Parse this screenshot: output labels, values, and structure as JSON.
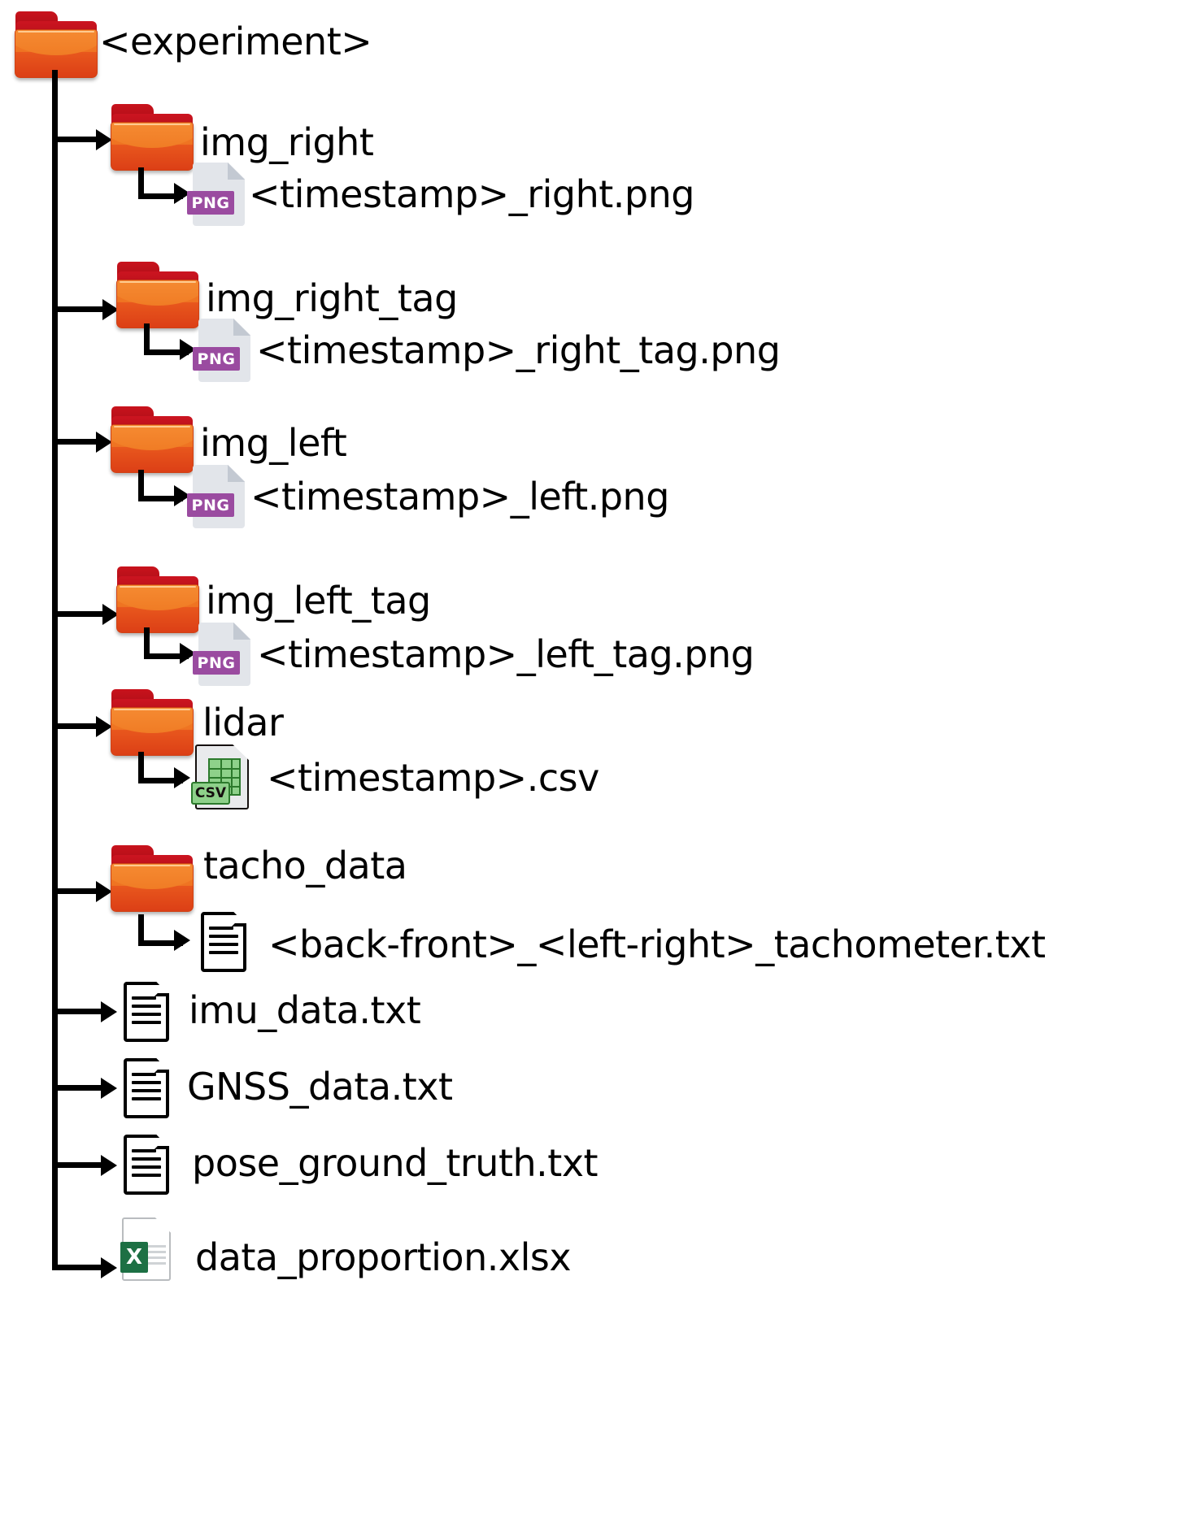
{
  "diagram": {
    "title": "experiment-directory-tree",
    "root": {
      "name": "<experiment>",
      "icon": "folder-icon"
    },
    "colors": {
      "folder_orange": "#ef7322",
      "folder_red_tab": "#c9121c",
      "png_badge_purple": "#9a4ba0",
      "csv_green": "#8ed18a",
      "xlsx_green": "#1d7044",
      "line_black": "#000000",
      "background": "#ffffff"
    },
    "nodes": [
      {
        "type": "folder",
        "name": "img_right",
        "icon": "folder-icon",
        "child": {
          "type": "file",
          "name": "<timestamp>_right.png",
          "icon": "png-file-icon",
          "badge": "PNG"
        }
      },
      {
        "type": "folder",
        "name": "img_right_tag",
        "icon": "folder-icon",
        "child": {
          "type": "file",
          "name": "<timestamp>_right_tag.png",
          "icon": "png-file-icon",
          "badge": "PNG"
        }
      },
      {
        "type": "folder",
        "name": "img_left",
        "icon": "folder-icon",
        "child": {
          "type": "file",
          "name": "<timestamp>_left.png",
          "icon": "png-file-icon",
          "badge": "PNG"
        }
      },
      {
        "type": "folder",
        "name": "img_left_tag",
        "icon": "folder-icon",
        "child": {
          "type": "file",
          "name": "<timestamp>_left_tag.png",
          "icon": "png-file-icon",
          "badge": "PNG"
        }
      },
      {
        "type": "folder",
        "name": "lidar",
        "icon": "folder-icon",
        "child": {
          "type": "file",
          "name": "<timestamp>.csv",
          "icon": "csv-file-icon",
          "badge": "CSV"
        }
      },
      {
        "type": "folder",
        "name": "tacho_data",
        "icon": "folder-icon",
        "child": {
          "type": "file",
          "name": "<back-front>_<left-right>_tachometer.txt",
          "icon": "txt-file-icon",
          "badge": ""
        }
      },
      {
        "type": "file",
        "name": "imu_data.txt",
        "icon": "txt-file-icon",
        "badge": ""
      },
      {
        "type": "file",
        "name": "GNSS_data.txt",
        "icon": "txt-file-icon",
        "badge": ""
      },
      {
        "type": "file",
        "name": "pose_ground_truth.txt",
        "icon": "txt-file-icon",
        "badge": ""
      },
      {
        "type": "file",
        "name": "data_proportion.xlsx",
        "icon": "xlsx-file-icon",
        "badge": "X"
      }
    ]
  }
}
